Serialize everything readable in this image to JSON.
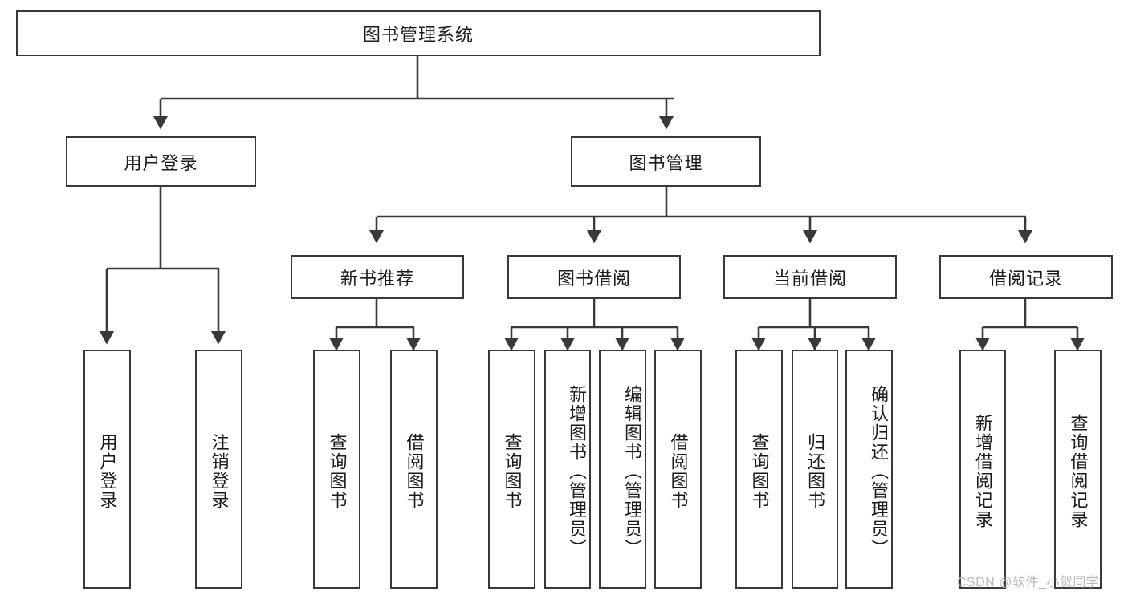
{
  "diagram": {
    "title": "图书管理系统",
    "type": "tree-hierarchy",
    "root": {
      "label": "图书管理系统"
    },
    "level1": [
      {
        "label": "用户登录"
      },
      {
        "label": "图书管理"
      }
    ],
    "level2": [
      {
        "label": "新书推荐"
      },
      {
        "label": "图书借阅"
      },
      {
        "label": "当前借阅"
      },
      {
        "label": "借阅记录"
      }
    ],
    "leaves": {
      "user_login": [
        {
          "label": "用户登录"
        },
        {
          "label": "注销登录"
        }
      ],
      "new_book_recommend": [
        {
          "label": "查询图书"
        },
        {
          "label": "借阅图书"
        }
      ],
      "book_borrow": [
        {
          "label": "查询图书"
        },
        {
          "label": "新增图书（管理员）"
        },
        {
          "label": "编辑图书（管理员）"
        },
        {
          "label": "借阅图书"
        }
      ],
      "current_borrow": [
        {
          "label": "查询图书"
        },
        {
          "label": "归还图书"
        },
        {
          "label": "确认归还（管理员）"
        }
      ],
      "borrow_record": [
        {
          "label": "新增借阅记录"
        },
        {
          "label": "查询借阅记录"
        }
      ]
    }
  },
  "watermark": {
    "text": "CSDN @软件_小贺同学"
  },
  "colors": {
    "stroke": "#39393b",
    "background": "#ffffff",
    "text": "#1b1b1b",
    "watermark": "#b9b9bd"
  }
}
